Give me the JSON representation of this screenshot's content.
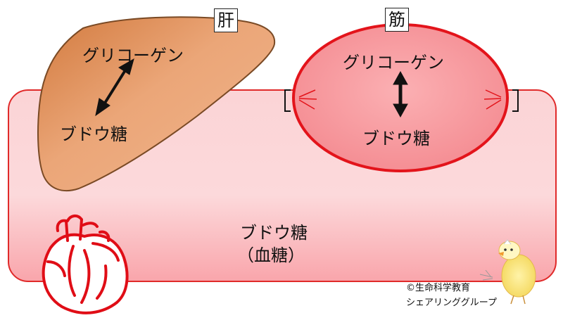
{
  "blood": {
    "label": "ブドウ糖",
    "sublabel": "（血糖）"
  },
  "liver": {
    "tag": "肝",
    "glycogen": "グリコーゲン",
    "glucose": "ブドウ糖"
  },
  "muscle": {
    "tag": "筋",
    "glycogen": "グリコーゲン",
    "glucose": "ブドウ糖"
  },
  "credit": {
    "line1": "©生命科学教育",
    "line2": "シェアリンググループ"
  },
  "icons": [
    "heart-icon",
    "chick-icon",
    "double-arrow-icon"
  ],
  "colors": {
    "vessel_fill": "#fbcdd0",
    "vessel_stroke": "#e02a2a",
    "liver_fill": "#e8a070",
    "liver_stroke": "#7a4a25",
    "muscle_fill": "#f59a9e",
    "muscle_stroke": "#e3141b"
  }
}
